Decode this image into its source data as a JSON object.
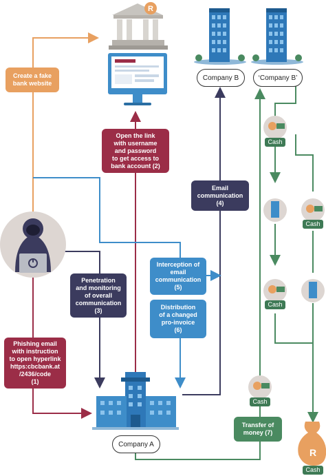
{
  "boxes": {
    "fake_site": "Create a fake\nbank website",
    "open_link": "Open the link\nwith username\nand password\nto get access to\nbank account (2)",
    "email_comm": "Email\ncommunication\n(4)",
    "penetration": "Penetration\nand monitoring\nof overall\ncommunication\n(3)",
    "interception": "Interception of\nemail\ncommunication\n(5)",
    "distribution": "Distribution\nof a changed\npro-invoice\n(6)",
    "phishing": "Phishing email\nwith instruction\nto open hyperlink\nhttps:cbcbank.at\n/2436/code\n(1)",
    "transfer": "Transfer of\nmoney (7)"
  },
  "labels": {
    "company_a": "Company A",
    "company_b": "Company B",
    "company_b_fake": "‘Company B’",
    "cash": "Cash",
    "currency": "R"
  },
  "colors": {
    "orange": "#e8a060",
    "red": "#9b2d47",
    "navy": "#3b3b5e",
    "blue": "#3e8dc9",
    "green": "#4a8a60"
  }
}
